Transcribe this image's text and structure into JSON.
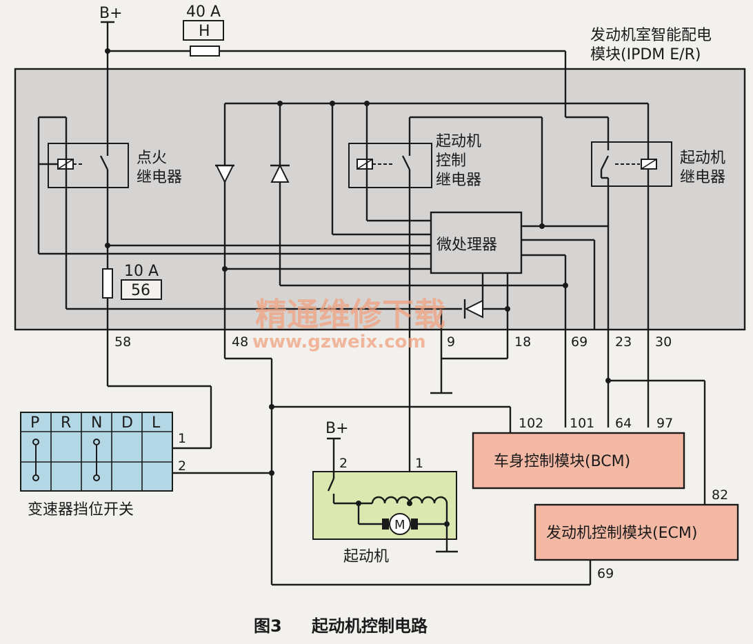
{
  "ipdm": {
    "title_line1": "发动机室智能配电",
    "title_line2": "模块(IPDM E/R)"
  },
  "supply": {
    "bplus": "B+"
  },
  "fuse40": {
    "rating": "40 A",
    "code": "H"
  },
  "fuse10": {
    "rating": "10 A",
    "code": "56"
  },
  "relays": {
    "ignition": {
      "line1": "点火",
      "line2": "继电器"
    },
    "starter_control": {
      "line1": "起动机",
      "line2": "控制",
      "line3": "继电器"
    },
    "starter": {
      "line1": "起动机",
      "line2": "继电器"
    }
  },
  "mcu": {
    "label": "微处理器"
  },
  "pins": {
    "p58": "58",
    "p48": "48",
    "p9": "9",
    "p18": "18",
    "p69": "69",
    "p23": "23",
    "p30": "30",
    "bcm_102": "102",
    "bcm_101": "101",
    "bcm_64": "64",
    "bcm_97": "97",
    "ecm_82": "82",
    "ecm_69": "69",
    "tr_1": "1",
    "tr_2": "2",
    "st_2": "2",
    "st_1": "1"
  },
  "bcm": {
    "label": "车身控制模块(BCM)"
  },
  "ecm": {
    "label": "发动机控制模块(ECM)"
  },
  "transmission": {
    "label": "变速器挡位开关",
    "positions": [
      "P",
      "R",
      "N",
      "D",
      "L"
    ]
  },
  "starter_motor": {
    "label": "起动机",
    "bplus": "B+",
    "motor_symbol": "M"
  },
  "watermark": {
    "line1": "精通维修下载",
    "line2": "www.gzweix.com"
  },
  "caption": {
    "figure": "图3",
    "title": "起动机控制电路"
  },
  "colors": {
    "ipdm_fill": "#d6d4d2",
    "module_fill": "#f4b9a4",
    "trans_fill": "#b4d7e6",
    "starter_fill": "#dbe8b0",
    "watermark": "#f0a27e"
  }
}
